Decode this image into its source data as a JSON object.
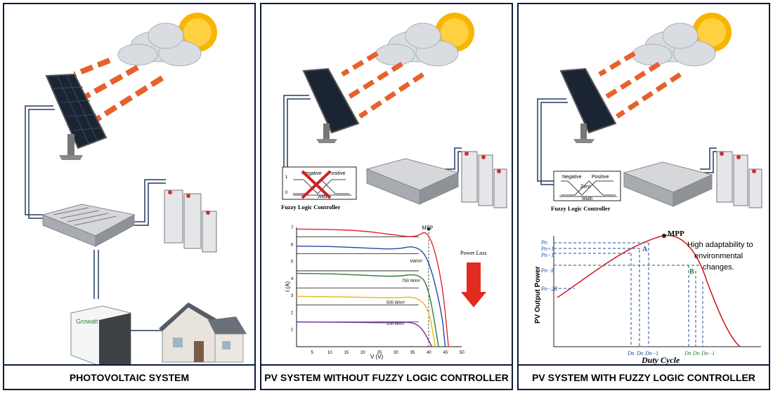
{
  "panels": [
    {
      "caption": "PHOTOVOLTAIC SYSTEM"
    },
    {
      "caption": "PV SYSTEM WITHOUT FUZZY LOGIC CONTROLLER"
    },
    {
      "caption": "PV SYSTEM WITH FUZZY LOGIC CONTROLLER"
    }
  ],
  "inverter_brand": "Growatt",
  "flc": {
    "title": "Fuzzy Logic Controller",
    "negative": "Negative",
    "positive": "Positive",
    "zero": "Zero",
    "width": "Width",
    "axis_top": "1",
    "axis_bottom": "0"
  },
  "chart_data": [
    {
      "type": "line",
      "title": "",
      "xlabel": "V (V)",
      "ylabel": "I (A)",
      "xlim": [
        0,
        50
      ],
      "ylim": [
        0,
        7
      ],
      "x_ticks": [
        "5",
        "10",
        "15",
        "20",
        "25",
        "30",
        "35",
        "40",
        "45",
        "50"
      ],
      "y_ticks": [
        "1",
        "2",
        "3",
        "4",
        "5",
        "6",
        "7"
      ],
      "annotations": {
        "mpp": "MPP",
        "power_loss": "Power Loss"
      },
      "irradiance_labels": [
        {
          "value": "",
          "unit": "kW/m²",
          "prefix": ""
        },
        {
          "value": "750",
          "unit": "W/m²"
        },
        {
          "value": "500",
          "unit": "W/m²"
        },
        {
          "value": "250",
          "unit": "W/m²"
        }
      ],
      "series": [
        {
          "color": "#e3262b",
          "values": [
            [
              0,
              6.9
            ],
            [
              10,
              6.88
            ],
            [
              20,
              6.8
            ],
            [
              30,
              6.55
            ],
            [
              36,
              6.4
            ],
            [
              40,
              6.9
            ],
            [
              44,
              4
            ],
            [
              46,
              0
            ]
          ]
        },
        {
          "color": "#1b4fa0",
          "values": [
            [
              0,
              5.9
            ],
            [
              10,
              5.88
            ],
            [
              20,
              5.8
            ],
            [
              30,
              5.7
            ],
            [
              36,
              5.95
            ],
            [
              40,
              5.2
            ],
            [
              44,
              2
            ],
            [
              45,
              0
            ]
          ]
        },
        {
          "color": "#2e7d32",
          "values": [
            [
              0,
              4.3
            ],
            [
              10,
              4.28
            ],
            [
              20,
              4.2
            ],
            [
              30,
              4.1
            ],
            [
              37,
              4.3
            ],
            [
              40,
              3.5
            ],
            [
              43,
              0
            ]
          ]
        },
        {
          "color": "#e3b81c",
          "values": [
            [
              0,
              2.95
            ],
            [
              10,
              2.93
            ],
            [
              20,
              2.9
            ],
            [
              30,
              2.85
            ],
            [
              36,
              2.95
            ],
            [
              40,
              2.3
            ],
            [
              42,
              0
            ]
          ]
        },
        {
          "color": "#7b2ca0",
          "values": [
            [
              0,
              1.45
            ],
            [
              10,
              1.44
            ],
            [
              20,
              1.42
            ],
            [
              30,
              1.4
            ],
            [
              35,
              1.45
            ],
            [
              38,
              1.1
            ],
            [
              41,
              0
            ]
          ]
        }
      ]
    },
    {
      "type": "line",
      "title": "",
      "xlabel": "Duty Cycle",
      "ylabel": "PV Output Power",
      "annotations": {
        "mpp": "MPP",
        "point_a": "A",
        "point_b": "B",
        "note_line1": "High adaptability to",
        "note_line2": "environmental",
        "note_line3": "changes."
      },
      "y_tick_labels": [
        "Pn",
        "Pn+1",
        "Pn−1",
        "Pn−B",
        "Pn−2B"
      ],
      "x_tick_labels_a": [
        "Dn",
        "Dn",
        "Dn−1"
      ],
      "x_tick_labels_b": [
        "Dn",
        "Dn",
        "Dn−1"
      ]
    }
  ]
}
